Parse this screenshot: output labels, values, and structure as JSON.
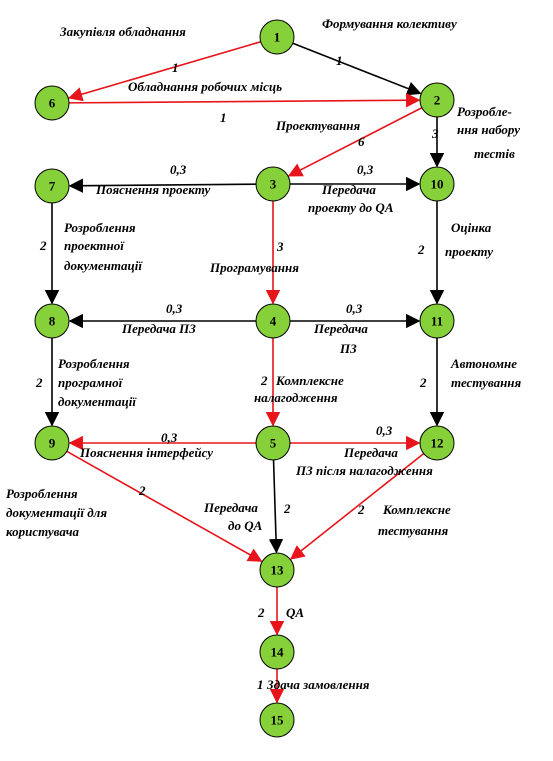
{
  "nodes": [
    {
      "id": "1",
      "label": "1"
    },
    {
      "id": "2",
      "label": "2"
    },
    {
      "id": "3",
      "label": "3"
    },
    {
      "id": "4",
      "label": "4"
    },
    {
      "id": "5",
      "label": "5"
    },
    {
      "id": "6",
      "label": "6"
    },
    {
      "id": "7",
      "label": "7"
    },
    {
      "id": "8",
      "label": "8"
    },
    {
      "id": "9",
      "label": "9"
    },
    {
      "id": "10",
      "label": "10"
    },
    {
      "id": "11",
      "label": "11"
    },
    {
      "id": "12",
      "label": "12"
    },
    {
      "id": "13",
      "label": "13"
    },
    {
      "id": "14",
      "label": "14"
    },
    {
      "id": "15",
      "label": "15"
    }
  ],
  "edges": [
    {
      "from": "1",
      "to": "6",
      "weight": "1",
      "color": "#e8141b",
      "name": [
        "Закупівля обладнання"
      ]
    },
    {
      "from": "1",
      "to": "2",
      "weight": "1",
      "color": "#000000",
      "name": [
        "Формування колективу"
      ]
    },
    {
      "from": "6",
      "to": "2",
      "weight": "1",
      "color": "#e8141b",
      "name": [
        "Обладнання робочих місць"
      ]
    },
    {
      "from": "2",
      "to": "3",
      "weight": "6",
      "color": "#e8141b",
      "name": [
        "Проектування"
      ]
    },
    {
      "from": "2",
      "to": "10",
      "weight": "3",
      "color": "#000000",
      "name": [
        "Розробле-",
        "ння набору",
        "тестів"
      ]
    },
    {
      "from": "3",
      "to": "7",
      "weight": "0,3",
      "color": "#000000",
      "name": [
        "Пояснення проекту"
      ]
    },
    {
      "from": "3",
      "to": "10",
      "weight": "0,3",
      "color": "#000000",
      "name": [
        "Передача",
        "проекту до QA"
      ]
    },
    {
      "from": "3",
      "to": "4",
      "weight": "3",
      "color": "#e8141b",
      "name": [
        "Програмування"
      ]
    },
    {
      "from": "7",
      "to": "8",
      "weight": "2",
      "color": "#000000",
      "name": [
        "Розроблення",
        "проектної",
        "документації"
      ]
    },
    {
      "from": "10",
      "to": "11",
      "weight": "2",
      "color": "#000000",
      "name": [
        "Оцінка",
        "проекту"
      ]
    },
    {
      "from": "4",
      "to": "8",
      "weight": "0,3",
      "color": "#000000",
      "name": [
        "Передача ПЗ"
      ]
    },
    {
      "from": "4",
      "to": "11",
      "weight": "0,3",
      "color": "#000000",
      "name": [
        "Передача",
        "ПЗ"
      ]
    },
    {
      "from": "8",
      "to": "9",
      "weight": "2",
      "color": "#000000",
      "name": [
        "Розроблення",
        "програмної",
        "документації"
      ]
    },
    {
      "from": "4",
      "to": "5",
      "weight": "2",
      "color": "#e8141b",
      "name": [
        "Комплексне",
        "налагодження"
      ]
    },
    {
      "from": "11",
      "to": "12",
      "weight": "2",
      "color": "#000000",
      "name": [
        "Автономне",
        "тестування"
      ]
    },
    {
      "from": "5",
      "to": "9",
      "weight": "0,3",
      "color": "#e8141b",
      "name": [
        "Пояснення інтерфейсу"
      ]
    },
    {
      "from": "5",
      "to": "12",
      "weight": "0,3",
      "color": "#e8141b",
      "name": [
        "Передача",
        "ПЗ після налагодження"
      ]
    },
    {
      "from": "9",
      "to": "13",
      "weight": "2",
      "color": "#e8141b",
      "name": [
        "Розроблення",
        "документації для",
        "користувача"
      ]
    },
    {
      "from": "5",
      "to": "13",
      "weight": "2",
      "color": "#000000",
      "name": [
        "Передача",
        "до QA"
      ]
    },
    {
      "from": "12",
      "to": "13",
      "weight": "2",
      "color": "#e8141b",
      "name": [
        "Комплексне",
        "тестування"
      ]
    },
    {
      "from": "13",
      "to": "14",
      "weight": "2",
      "color": "#e8141b",
      "name": [
        "QA"
      ]
    },
    {
      "from": "14",
      "to": "15",
      "weight": "1",
      "color": "#e8141b",
      "name": [
        "Здача замовлення"
      ]
    }
  ],
  "colors": {
    "node_fill": "#86d13a",
    "critical": "#e8141b",
    "normal": "#000000"
  }
}
